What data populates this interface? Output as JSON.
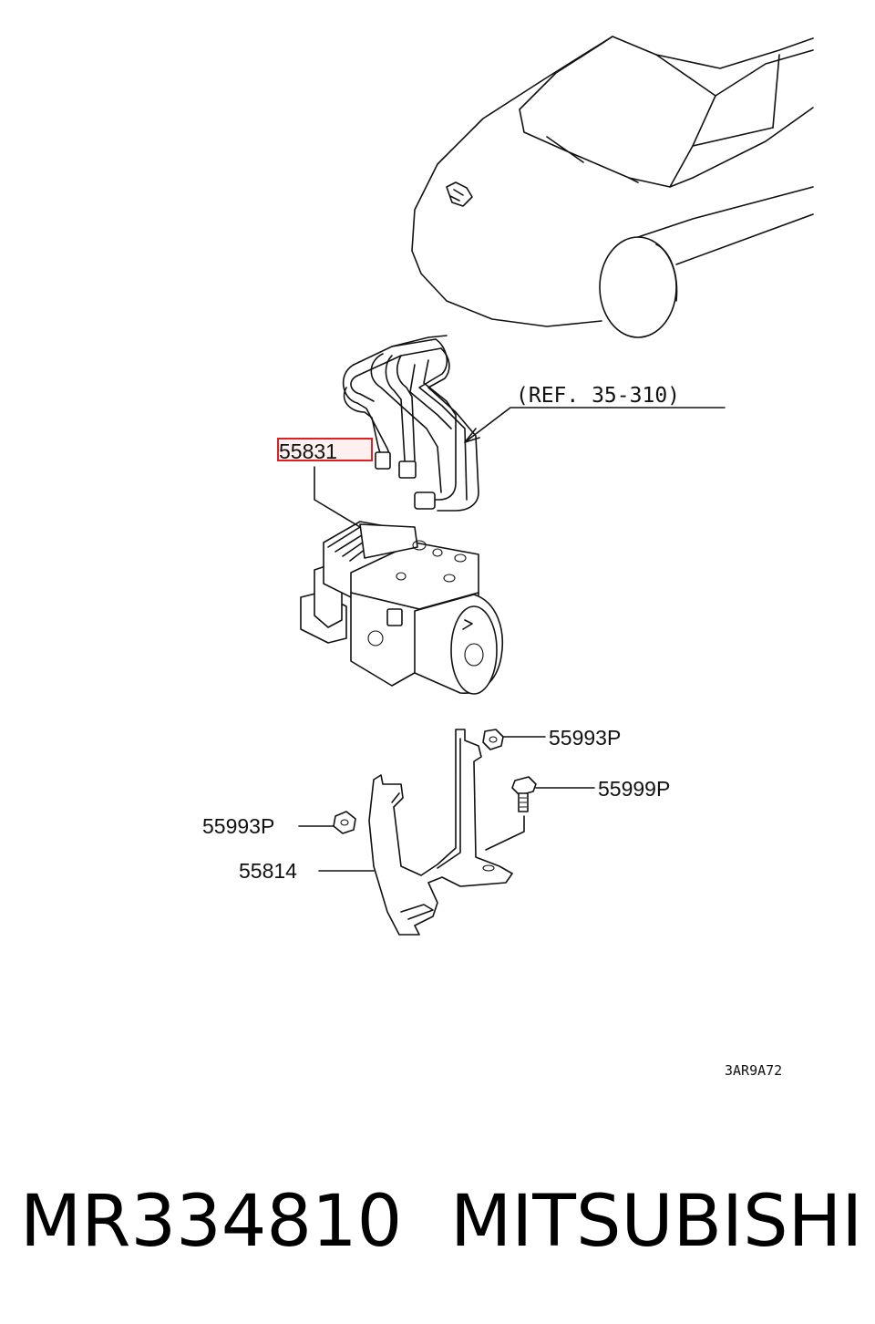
{
  "diagram": {
    "reference_label": "(REF. 35-310)",
    "highlighted_part": "55831",
    "parts": {
      "nut_top": "55993P",
      "bolt": "55999P",
      "nut_left": "55993P",
      "bracket": "55814"
    },
    "figure_code": "3AR9A72",
    "highlight_color": "#e02020"
  },
  "footer": {
    "part_number": "MR334810",
    "brand": "MITSUBISHI"
  }
}
